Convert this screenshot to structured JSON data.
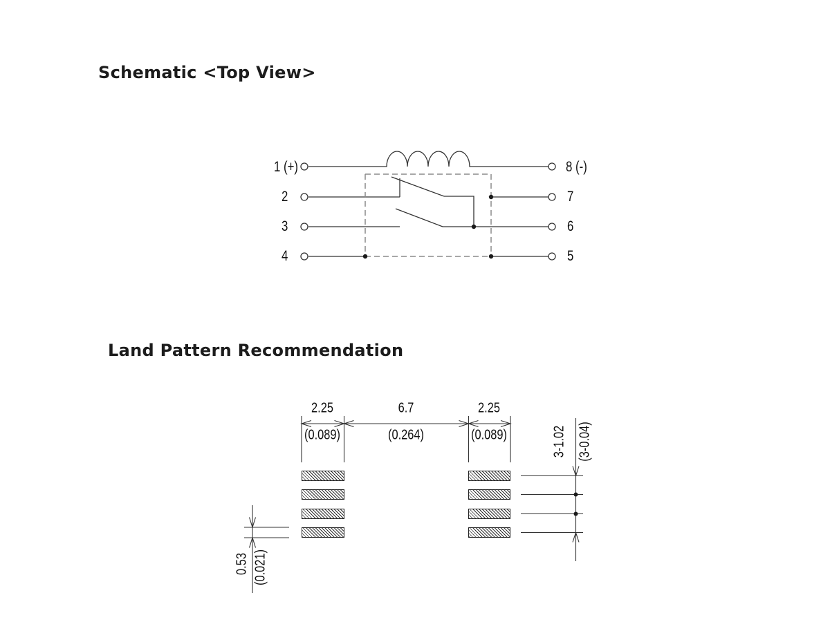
{
  "schematic": {
    "title": "Schematic <Top View>",
    "pins_left": [
      {
        "label": "1 (+)"
      },
      {
        "label": "2"
      },
      {
        "label": "3"
      },
      {
        "label": "4"
      }
    ],
    "pins_right": [
      {
        "label": "8 (-)"
      },
      {
        "label": "7"
      },
      {
        "label": "6"
      },
      {
        "label": "5"
      }
    ]
  },
  "land_pattern": {
    "title": "Land Pattern Recommendation",
    "dim_pad_width_left": {
      "mm": "2.25",
      "inch": "(0.089)"
    },
    "dim_gap": {
      "mm": "6.7",
      "inch": "(0.264)"
    },
    "dim_pad_width_right": {
      "mm": "2.25",
      "inch": "(0.089)"
    },
    "dim_row_pitch": {
      "mm": "3-1.02",
      "inch": "(3-0.04)"
    },
    "dim_pad_height": {
      "mm": "0.53",
      "inch": "(0.021)"
    }
  },
  "colors": {
    "background": "#ffffff",
    "line": "#333333",
    "dashed": "#8a8a8a",
    "text": "#111111",
    "title": "#1c1c1c"
  }
}
